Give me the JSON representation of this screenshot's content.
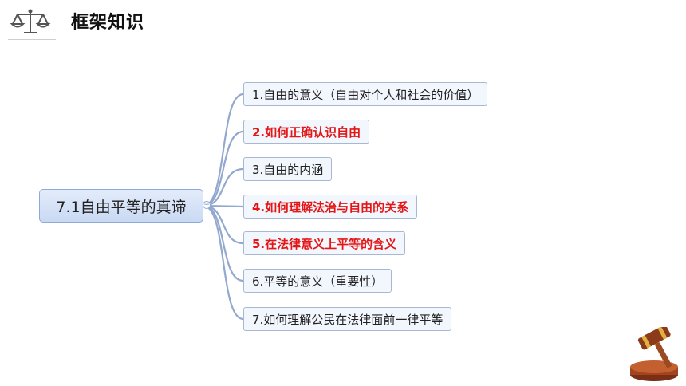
{
  "header": {
    "title": "框架知识",
    "icon": "scales-icon"
  },
  "mindmap": {
    "central": {
      "label": "7.1自由平等的真谛",
      "collapse_symbol": "−"
    },
    "branches": [
      {
        "label": "1.自由的意义（自由对个人和社会的价值）",
        "highlight": false
      },
      {
        "label": "2.如何正确认识自由",
        "highlight": true
      },
      {
        "label": "3.自由的内涵",
        "highlight": false
      },
      {
        "label": "4.如何理解法治与自由的关系",
        "highlight": true
      },
      {
        "label": "5.在法律意义上平等的含义",
        "highlight": true
      },
      {
        "label": "6.平等的意义（重要性）",
        "highlight": false
      },
      {
        "label": "7.如何理解公民在法律面前一律平等",
        "highlight": false
      }
    ]
  },
  "decoration": {
    "icon": "gavel-icon"
  },
  "colors": {
    "highlight_text": "#e51515",
    "node_fill": "#f2f6fd",
    "node_border": "#a8b7d4",
    "central_fill": "#c9d9f3",
    "connector": "#93a8cf"
  }
}
